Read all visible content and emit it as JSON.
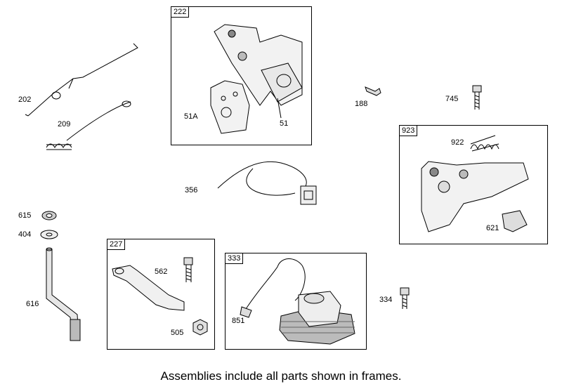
{
  "caption": "Assemblies include all parts shown in frames.",
  "frames": [
    {
      "id": "222"
    },
    {
      "id": "923"
    },
    {
      "id": "227"
    },
    {
      "id": "333"
    }
  ],
  "labels": [
    "202",
    "209",
    "51A",
    "51",
    "188",
    "745",
    "922",
    "621",
    "356",
    "615",
    "404",
    "616",
    "562",
    "505",
    "851",
    "334"
  ],
  "colors": {
    "line": "#000000",
    "part_fill": "#f2f2f2",
    "shade": "#9a9a9a"
  }
}
